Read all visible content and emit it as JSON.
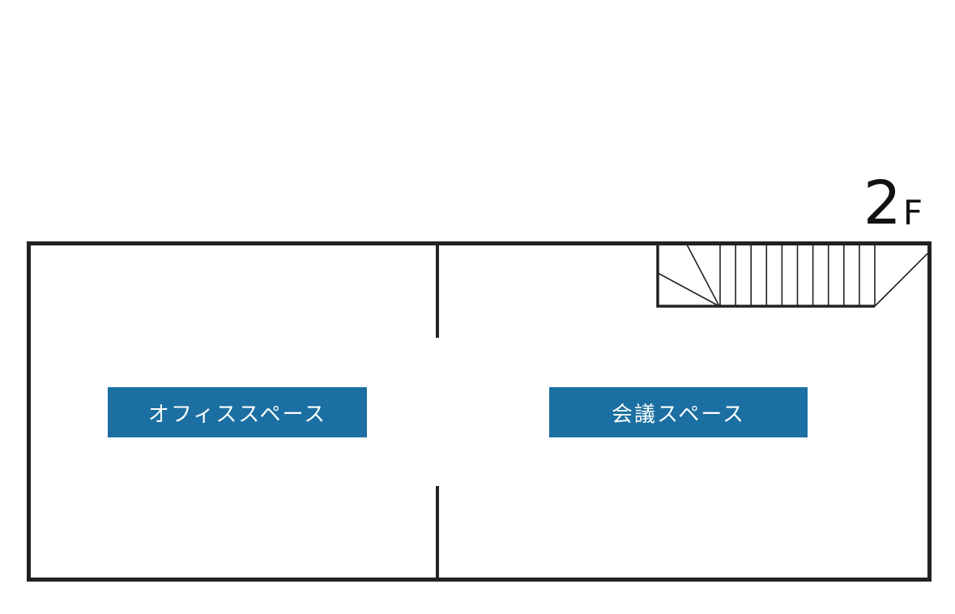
{
  "floor": {
    "number": "2",
    "unit": "F"
  },
  "rooms": [
    {
      "label": "オフィススペース"
    },
    {
      "label": "会議スペース"
    }
  ],
  "colors": {
    "wall": "#222222",
    "label_bg": "#1b6fa2",
    "label_text": "#ffffff",
    "background": "#ffffff"
  }
}
